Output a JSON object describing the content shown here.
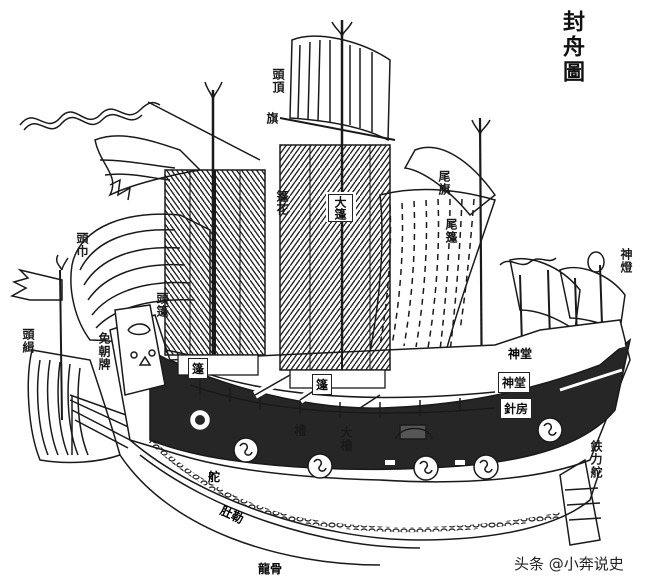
{
  "title": "封舟圖",
  "watermark": "头条 @小奔说史",
  "labels": {
    "tou_jin": "頭巾",
    "tou_ji": "頭緝",
    "mian_chao_pai": "免朝牌",
    "tou_peng_upper": "頭頂",
    "qi_label": "旗",
    "peng_hua": "篷花",
    "da_peng": "大篷",
    "tou_peng": "頭篷",
    "wei_peng": "尾篷",
    "wei_qi": "尾旗",
    "shen_deng": "神燈",
    "shen_tang_top": "神堂",
    "shen_tang": "神堂",
    "zhen_fang": "針房",
    "tie_li_duo": "鉄力舵",
    "duo": "舵",
    "du_le": "肚勒",
    "long_gu": "龍骨",
    "peng_fore": "篷",
    "peng_main": "篷",
    "da_lu": "大櫓",
    "lu": "櫓"
  },
  "colors": {
    "ink": "#1a1a1a",
    "paper": "#ffffff",
    "hull": "#262626"
  }
}
